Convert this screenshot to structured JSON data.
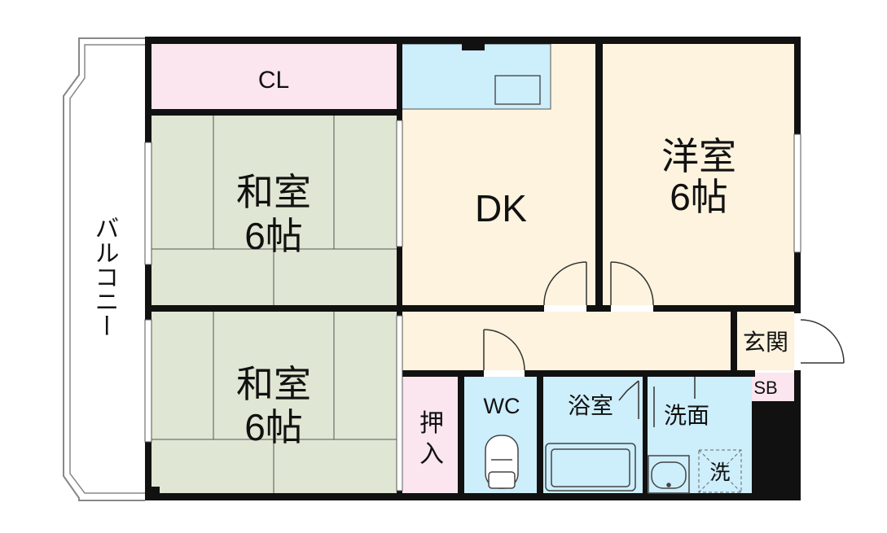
{
  "rooms": {
    "closet": "CL",
    "washitsu_top": {
      "name": "和室",
      "size": "6帖"
    },
    "washitsu_bottom": {
      "name": "和室",
      "size": "6帖"
    },
    "dk": "DK",
    "youshitsu": {
      "name": "洋室",
      "size": "6帖"
    },
    "genkan": "玄関",
    "shoebox": "SB",
    "oshiire": [
      "押",
      "入"
    ],
    "wc": "WC",
    "bath": "浴室",
    "washroom": "洗面",
    "washer": "洗"
  },
  "balcony": "バルコニー",
  "colors": {
    "wall": "#111111",
    "closet": "#fbe5ef",
    "tatami": "#dfe6d3",
    "dk": "#fdf3de",
    "kitchen": "#cdeefb",
    "youshitsu": "#fdf3de",
    "hall": "#fdf3de",
    "oshiire": "#fbe5ef",
    "wet": "#cdeefb"
  }
}
